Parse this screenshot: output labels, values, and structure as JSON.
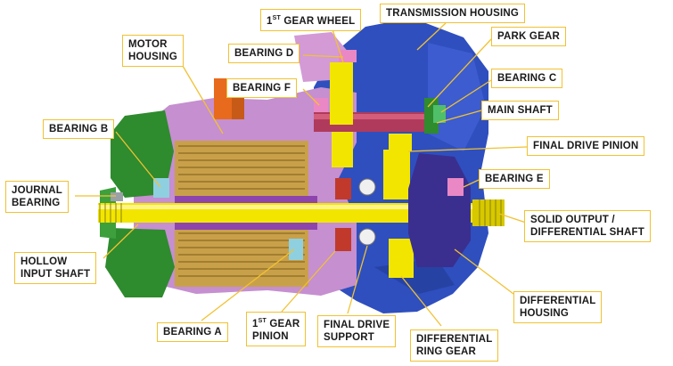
{
  "colors": {
    "label_border": "#f1c232",
    "leader_line": "#f1c232",
    "transmission_housing": "#2f4fbf",
    "motor_housing": "#c58fd0",
    "stator_windings": "#c9a04a",
    "shaft": "#f2e600",
    "left_cover": "#2e8b2e",
    "gears_red": "#c0392b",
    "orange_part": "#e86a1c"
  },
  "labels": {
    "first_gear_wheel": {
      "sup_num": "1",
      "sup": "ST",
      "text": "GEAR WHEEL"
    },
    "transmission_housing": {
      "text": "TRANSMISSION HOUSING"
    },
    "motor_housing": {
      "line1": "MOTOR",
      "line2": "HOUSING"
    },
    "bearing_d": {
      "text": "BEARING D"
    },
    "park_gear": {
      "text": "PARK GEAR"
    },
    "bearing_f": {
      "text": "BEARING F"
    },
    "bearing_c": {
      "text": "BEARING C"
    },
    "main_shaft": {
      "text": "MAIN SHAFT"
    },
    "bearing_b": {
      "text": "BEARING B"
    },
    "final_drive_pinion": {
      "text": "FINAL DRIVE PINION"
    },
    "bearing_e": {
      "text": "BEARING E"
    },
    "journal_bearing": {
      "line1": "JOURNAL",
      "line2": "BEARING"
    },
    "solid_output": {
      "line1": "SOLID OUTPUT /",
      "line2": "DIFFERENTIAL SHAFT"
    },
    "hollow_input_shaft": {
      "line1": "HOLLOW",
      "line2": "INPUT SHAFT"
    },
    "differential_housing": {
      "line1": "DIFFERENTIAL",
      "line2": "HOUSING"
    },
    "bearing_a": {
      "text": "BEARING A"
    },
    "first_gear_pinion": {
      "sup_num": "1",
      "sup": "ST",
      "text": "GEAR",
      "line2": "PINION"
    },
    "final_drive_support": {
      "line1": "FINAL DRIVE",
      "line2": "SUPPORT"
    },
    "differential_ring_gear": {
      "line1": "DIFFERENTIAL",
      "line2": "RING GEAR"
    }
  }
}
